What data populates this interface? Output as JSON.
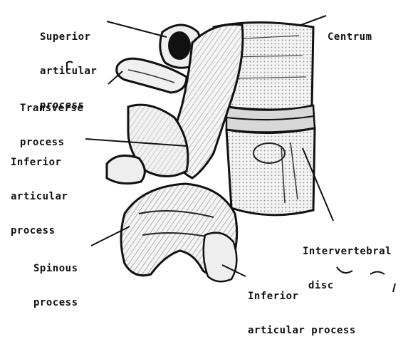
{
  "figure": {
    "subject": "Lateral view of two lumbar vertebrae",
    "labels": {
      "superior_articular_process": [
        "Superior",
        "articular",
        "process"
      ],
      "transverse_process": [
        "Transverse",
        "process"
      ],
      "inferior_articular_process_left": [
        "Inferior",
        "articular",
        "process"
      ],
      "spinous_process": [
        "Spinous",
        "process"
      ],
      "centrum": [
        "Centrum"
      ],
      "intervertebral_disc": [
        "Intervertebral",
        "disc"
      ],
      "inferior_articular_process_bottom": [
        "Inferior",
        "articular process"
      ]
    }
  }
}
